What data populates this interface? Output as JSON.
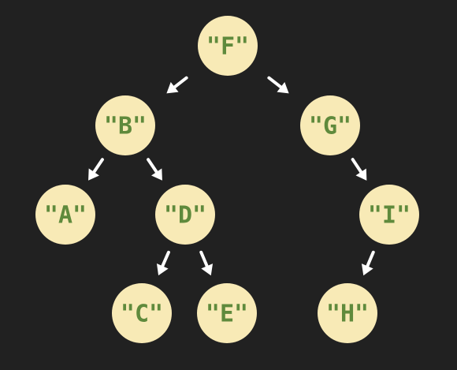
{
  "tree": {
    "nodes": [
      {
        "id": "F",
        "label": "\"F\""
      },
      {
        "id": "B",
        "label": "\"B\""
      },
      {
        "id": "G",
        "label": "\"G\""
      },
      {
        "id": "A",
        "label": "\"A\""
      },
      {
        "id": "D",
        "label": "\"D\""
      },
      {
        "id": "I",
        "label": "\"I\""
      },
      {
        "id": "C",
        "label": "\"C\""
      },
      {
        "id": "E",
        "label": "\"E\""
      },
      {
        "id": "H",
        "label": "\"H\""
      }
    ],
    "edges": [
      {
        "from": "F",
        "to": "B"
      },
      {
        "from": "F",
        "to": "G"
      },
      {
        "from": "B",
        "to": "A"
      },
      {
        "from": "B",
        "to": "D"
      },
      {
        "from": "G",
        "to": "I"
      },
      {
        "from": "D",
        "to": "C"
      },
      {
        "from": "D",
        "to": "E"
      },
      {
        "from": "I",
        "to": "H"
      }
    ]
  },
  "colors": {
    "background": "#212121",
    "node_fill": "#f8eab6",
    "node_text": "#5f8a3c",
    "arrow": "#ffffff"
  }
}
